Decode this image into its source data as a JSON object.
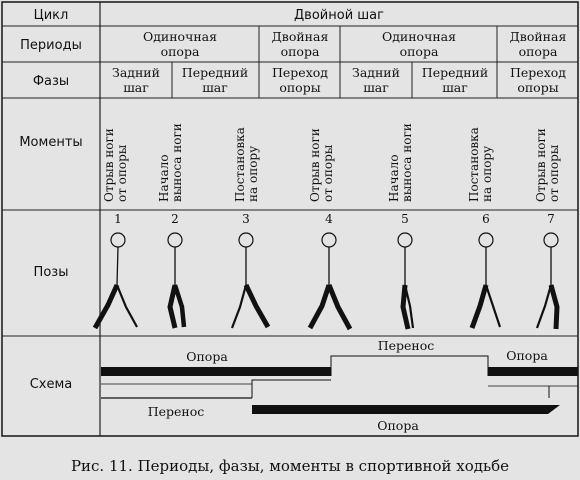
{
  "rows": {
    "cycle": "Цикл",
    "periods": "Периоды",
    "phases": "Фазы",
    "moments": "Моменты",
    "poses": "Позы",
    "scheme": "Схема"
  },
  "cycle_value": "Двойной шаг",
  "periods": [
    {
      "lines": [
        "Одиночная",
        "опора"
      ]
    },
    {
      "lines": [
        "Двойная",
        "опора"
      ]
    },
    {
      "lines": [
        "Одиночная",
        "опора"
      ]
    },
    {
      "lines": [
        "Двойная",
        "опора"
      ]
    }
  ],
  "phases": [
    {
      "lines": [
        "Задний",
        "шаг"
      ]
    },
    {
      "lines": [
        "Передний",
        "шаг"
      ]
    },
    {
      "lines": [
        "Переход",
        "опоры"
      ]
    },
    {
      "lines": [
        "Задний",
        "шаг"
      ]
    },
    {
      "lines": [
        "Передний",
        "шаг"
      ]
    },
    {
      "lines": [
        "Переход",
        "опоры"
      ]
    }
  ],
  "moments": [
    {
      "lines": [
        "Отрыв ноги",
        "от опоры"
      ]
    },
    {
      "lines": [
        "Начало",
        "выноса ноги"
      ]
    },
    {
      "lines": [
        "Постановка",
        "на опору"
      ]
    },
    {
      "lines": [
        "Отрыв ноги",
        "от опоры"
      ]
    },
    {
      "lines": [
        "Начало",
        "выноса ноги"
      ]
    },
    {
      "lines": [
        "Постановка",
        "на опору"
      ]
    },
    {
      "lines": [
        "Отрыв ноги",
        "от опоры"
      ]
    }
  ],
  "pose_numbers": [
    "1",
    "2",
    "3",
    "4",
    "5",
    "6",
    "7"
  ],
  "scheme": {
    "upper_support": "Опора",
    "upper_transfer": "Перенос",
    "upper_support_2": "Опора",
    "lower_transfer": "Перенос",
    "lower_support": "Опора"
  },
  "caption": "Рис. 11. Периоды, фазы, моменты в спортивной ходьбе"
}
